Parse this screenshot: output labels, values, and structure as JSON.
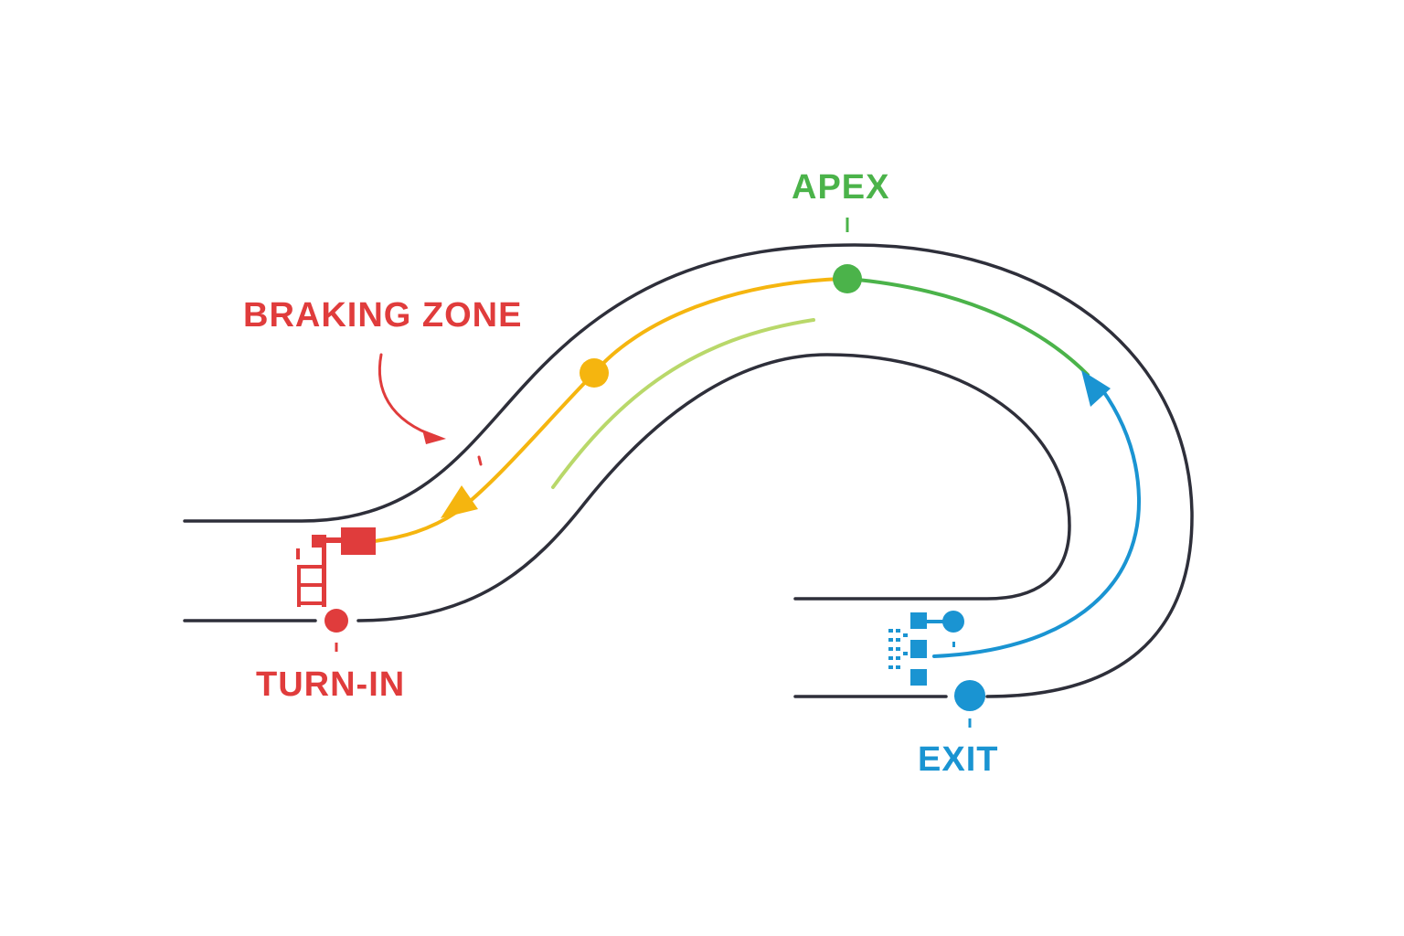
{
  "labels": {
    "braking_zone": "BRAKING ZONE",
    "apex": "APEX",
    "turn_in": "TURN-IN",
    "exit": "EXIT"
  },
  "colors": {
    "track": "#2e2f3a",
    "braking": "#e03c3c",
    "apex": "#4bb34a",
    "racing_line": "#f5b50f",
    "secondary_line": "#b9d86a",
    "exit": "#1a94d2",
    "background": "#ffffff"
  },
  "icons": {
    "braking_zone_arrow": "curved-arrow-icon",
    "turn_in_marker": "red-flag-marker-icon",
    "exit_marker": "blue-grid-marker-icon",
    "direction_arrows": "arrowhead-icon"
  }
}
